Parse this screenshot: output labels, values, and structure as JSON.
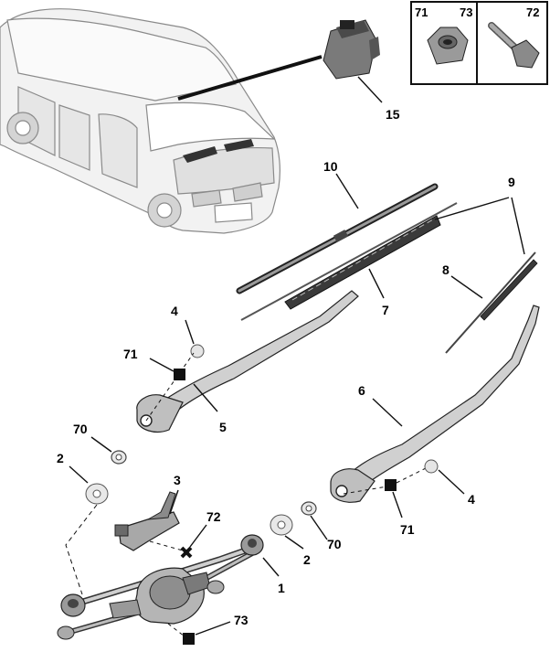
{
  "callouts": {
    "c1": "1",
    "c2a": "2",
    "c2b": "2",
    "c3": "3",
    "c4a": "4",
    "c4b": "4",
    "c5": "5",
    "c6": "6",
    "c7": "7",
    "c8": "8",
    "c9": "9",
    "c10": "10",
    "c15": "15",
    "c70a": "70",
    "c70b": "70",
    "c71a": "71",
    "c71b": "71",
    "c72": "72",
    "c73": "73"
  },
  "inset": {
    "label_71": "71",
    "label_73": "73",
    "label_72": "72"
  },
  "colors": {
    "line": "#111111",
    "part_light": "#d9d9d9",
    "part_mid": "#a8a8a8",
    "part_dark": "#555555"
  }
}
